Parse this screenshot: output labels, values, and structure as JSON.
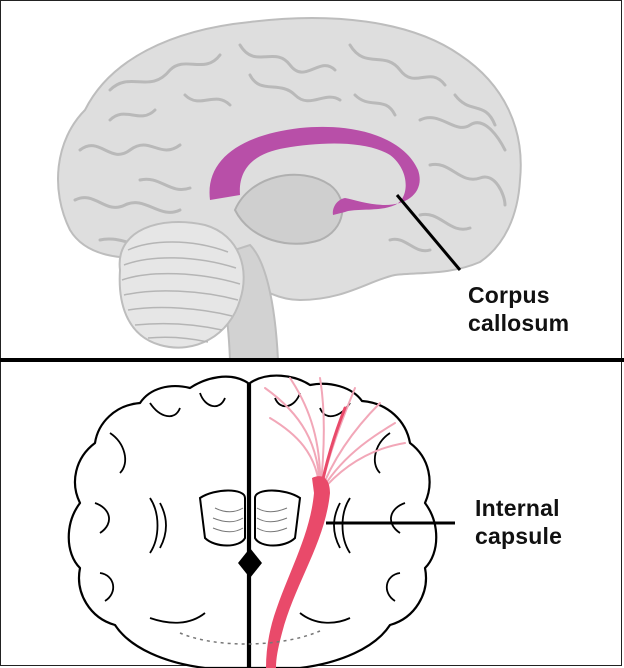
{
  "labels": {
    "corpus_callosum": {
      "line1": "Corpus",
      "line2": "callosum"
    },
    "internal_capsule": {
      "line1": "Internal",
      "line2": "capsule"
    }
  },
  "colors": {
    "corpus_callosum": "#b84fa8",
    "internal_capsule": "#e94a6a",
    "brain_gray": "#dcdcdc",
    "divider": "#000000"
  }
}
